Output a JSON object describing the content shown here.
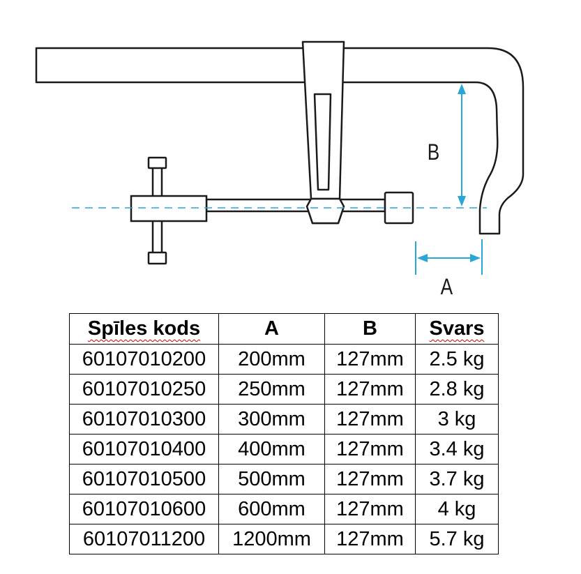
{
  "diagram": {
    "label_a": "A",
    "label_b": "B",
    "dimension_color": "#29a6d8",
    "outline_color": "#1a1a1a"
  },
  "table": {
    "headers": {
      "code": "Spīles kods",
      "a": "A",
      "b": "B",
      "weight": "Svars"
    },
    "rows": [
      {
        "code": "60107010200",
        "a": "200mm",
        "b": "127mm",
        "weight": "2.5 kg"
      },
      {
        "code": "60107010250",
        "a": "250mm",
        "b": "127mm",
        "weight": "2.8 kg"
      },
      {
        "code": "60107010300",
        "a": "300mm",
        "b": "127mm",
        "weight": "3 kg"
      },
      {
        "code": "60107010400",
        "a": "400mm",
        "b": "127mm",
        "weight": "3.4 kg"
      },
      {
        "code": "60107010500",
        "a": "500mm",
        "b": "127mm",
        "weight": "3.7 kg"
      },
      {
        "code": "60107010600",
        "a": "600mm",
        "b": "127mm",
        "weight": "4 kg"
      },
      {
        "code": "60107011200",
        "a": "1200mm",
        "b": "127mm",
        "weight": "5.7 kg"
      }
    ]
  }
}
